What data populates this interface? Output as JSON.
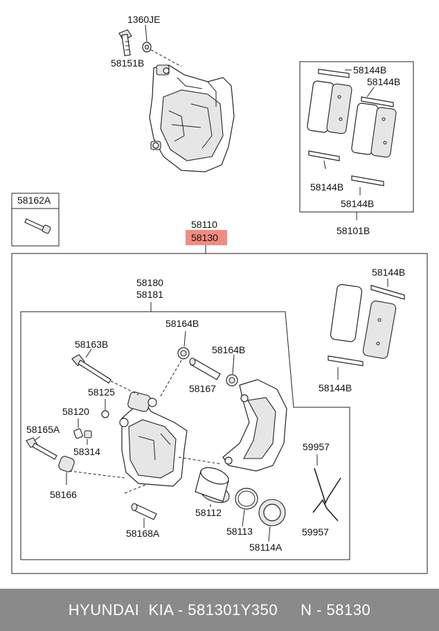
{
  "labels": {
    "l1360je": "1360JE",
    "l58151b": "58151B",
    "l58162a": "58162A",
    "l58110": "58110",
    "l58130": "58130",
    "l58101b": "58101B",
    "l58144b_1": "58144B",
    "l58144b_2": "58144B",
    "l58144b_3": "58144B",
    "l58144b_4": "58144B",
    "l58144b_5": "58144B",
    "l58144b_6": "58144B",
    "l58180": "58180",
    "l58181": "58181",
    "l58164b_1": "58164B",
    "l58164b_2": "58164B",
    "l58163b": "58163B",
    "l58167": "58167",
    "l58125": "58125",
    "l58120": "58120",
    "l58165a": "58165A",
    "l58314": "58314",
    "l58166": "58166",
    "l58112": "58112",
    "l58113": "58113",
    "l58114a": "58114A",
    "l58168a": "58168A",
    "l59957_1": "59957",
    "l59957_2": "59957"
  },
  "highlight_color": "#f28b82",
  "footer": {
    "text": "HYUNDAI  KIA - 581301Y350     N - 58130"
  }
}
